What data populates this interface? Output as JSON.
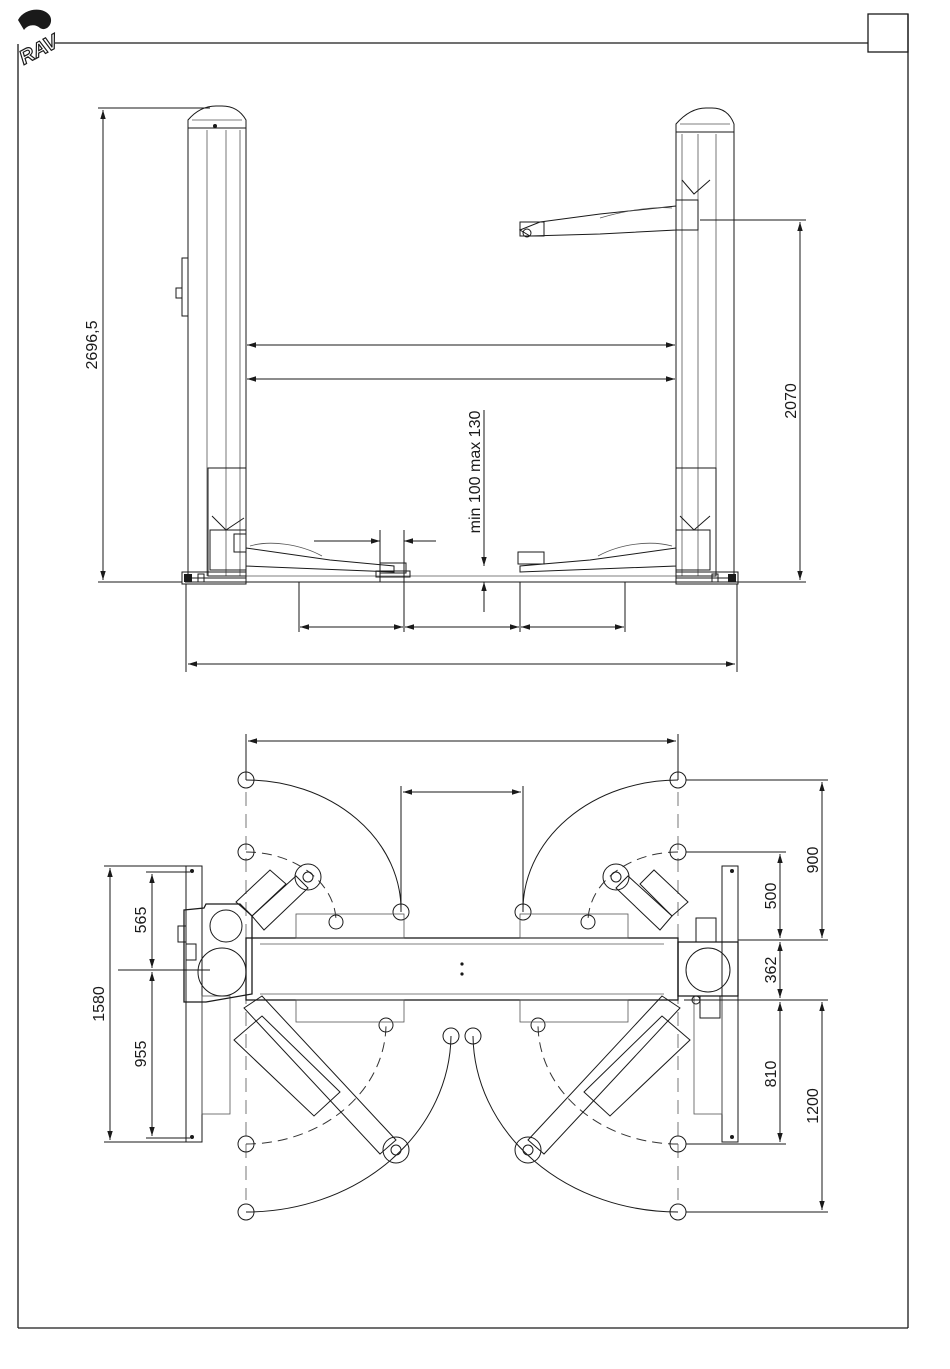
{
  "logo": {
    "text": "RAV",
    "kind": "brand-logo"
  },
  "page_box": {
    "text": ""
  },
  "front_view": {
    "dimensions": {
      "total_height": "2696,5",
      "arm_height": "2070",
      "pad_height": "min 100 max 130"
    }
  },
  "top_view": {
    "dimensions": {
      "left_total": "1580",
      "left_upper": "565",
      "left_lower": "955",
      "right_900": "900",
      "right_500": "500",
      "right_362": "362",
      "right_810": "810",
      "right_1200": "1200"
    }
  },
  "colors": {
    "line": "#1a1a1a",
    "face": "#ffffff",
    "shade": "#e8e8e8"
  }
}
